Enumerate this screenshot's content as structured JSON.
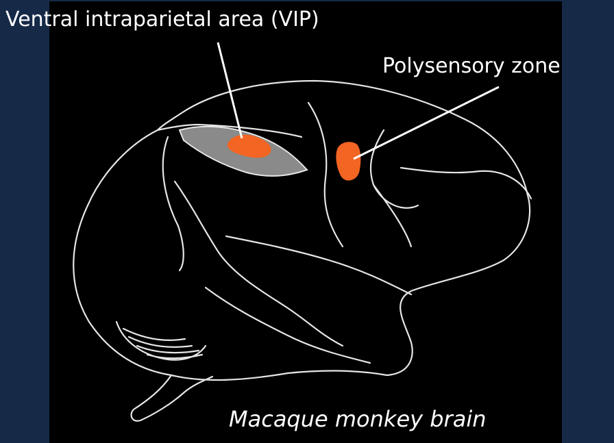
{
  "slide": {
    "background_color": "#162a48",
    "panel_color": "#000000"
  },
  "labels": {
    "vip": "Ventral intraparietal area (VIP)",
    "polysensory": "Polysensory zone",
    "caption": "Macaque monkey brain"
  },
  "colors": {
    "region_highlight": "#f26522",
    "vip_sulcus_fill": "#8a8a8a",
    "outline": "#e6e6e6",
    "pointer_line": "#ffffff"
  }
}
